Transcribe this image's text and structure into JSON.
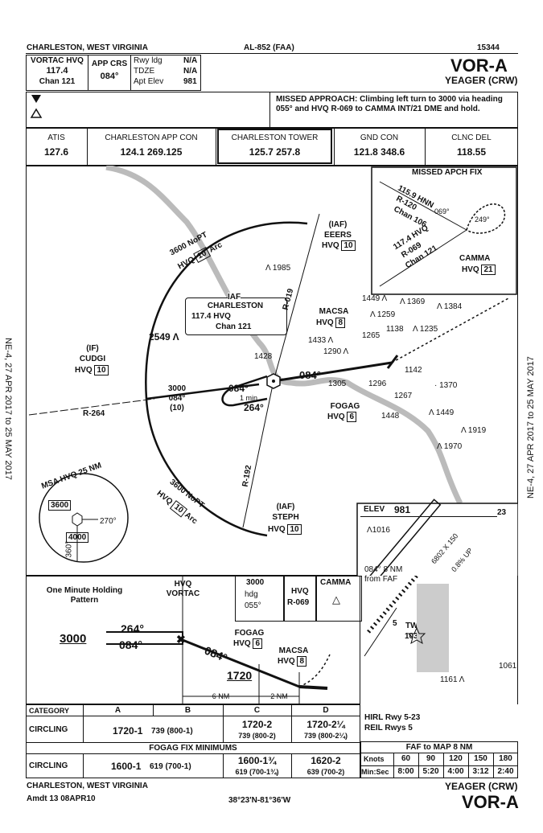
{
  "header": {
    "city_state": "CHARLESTON, WEST VIRGINIA",
    "procedure_id": "AL-852 (FAA)",
    "serial": "15344",
    "title": "VOR-A",
    "airport": "YEAGER (CRW)"
  },
  "briefing": {
    "nav_label": "VORTAC HVQ",
    "nav_freq": "117.4",
    "nav_chan": "Chan 121",
    "app_crs_label": "APP CRS",
    "app_crs": "084°",
    "rwy_ldg_label": "Rwy ldg",
    "rwy_ldg": "N/A",
    "tdze_label": "TDZE",
    "tdze": "N/A",
    "apt_elev_label": "Apt Elev",
    "apt_elev": "981",
    "missed_approach": "MISSED APPROACH: Climbing left turn to 3000 via heading 055° and HVQ R-069 to CAMMA INT/21 DME and hold."
  },
  "comms": [
    {
      "name": "ATIS",
      "freq": "127.6"
    },
    {
      "name": "CHARLESTON APP CON",
      "freq": "124.1  269.125"
    },
    {
      "name": "CHARLESTON TOWER",
      "freq": "125.7  257.8"
    },
    {
      "name": "GND CON",
      "freq": "121.8  348.6"
    },
    {
      "name": "CLNC DEL",
      "freq": "118.55"
    }
  ],
  "plan_view": {
    "missed_fix_title": "MISSED APCH FIX",
    "hnn_line1": "115.9  HNN",
    "hnn_line2": "R-120",
    "hnn_line3": "Chan 106",
    "hvq_inset1": "117.4 HVQ",
    "hvq_inset2": "R-069",
    "hvq_inset3": "Chan 121",
    "camma": "CAMMA",
    "camma_dme": "HVQ",
    "camma_dme_n": "21",
    "r069_069": "069°",
    "r249": "249°",
    "eeers_iaf": "(IAF)",
    "eeers": "EEERS",
    "eeers_hvq": "HVQ",
    "eeers_n": "10",
    "arc_top": "3600 NoPT",
    "arc_top2": "HVQ",
    "arc_top_n": "10",
    "arc_top3": "Arc",
    "iaf_label": "IAF",
    "charleston": "CHARLESTON",
    "vortac_freq": "117.4  HVQ",
    "vortac_chan": "Chan 121",
    "r019": "R-019",
    "cudgi_if": "(IF)",
    "cudgi": "CUDGI",
    "cudgi_hvq": "HVQ",
    "cudgi_n": "10",
    "r264": "R-264",
    "alt3000": "3000",
    "hdg084": "084°",
    "dist10": "(10)",
    "hold084": "084°",
    "hold264": "264°",
    "one_min": "1 min",
    "crs084": "084°",
    "macsa": "MACSA",
    "macsa_hvq": "HVQ",
    "macsa_n": "8",
    "fogag": "FOGAG",
    "fogag_hvq": "HVQ",
    "fogag_n": "6",
    "r192": "R-192",
    "steph_iaf": "(IAF)",
    "steph": "STEPH",
    "steph_hvq": "HVQ",
    "steph_n": "10",
    "arc_bot": "3600 NoPT",
    "arc_bot2": "HVQ",
    "arc_bot_n": "10",
    "arc_bot3": "Arc",
    "msa_title": "MSA HVQ 25 NM",
    "msa_3600": "3600",
    "msa_4000": "4000",
    "msa_270": "270°",
    "msa_360": "360°",
    "obstacles": [
      "1985",
      "2549",
      "1428",
      "1449",
      "1369",
      "1384",
      "1259",
      "1138",
      "1235",
      "1433",
      "1265",
      "1290",
      "1305",
      "1296",
      "1142",
      "1370",
      "1267",
      "1448",
      "1449",
      "1919",
      "1970"
    ]
  },
  "airport_sketch": {
    "elev_label": "ELEV",
    "elev": "981",
    "obst1016": "1016",
    "faf_note": "084° 8 NM from FAF",
    "rwy_dims": "6802 X 150",
    "grade": "0.8% UP",
    "twr": "TWR",
    "twr_elev": "1037",
    "obst1161": "1161",
    "obst1061": "1061",
    "rwy5": "5",
    "rwy23": "23"
  },
  "profile": {
    "holding_title": "One Minute Holding Pattern",
    "hvq": "HVQ",
    "vortac": "VORTAC",
    "alt3000": "3000",
    "crs264": "264°",
    "crs084": "084°",
    "crs084b": "084°",
    "fogag": "FOGAG",
    "fogag_hvq": "HVQ",
    "fogag_n": "6",
    "macsa": "MACSA",
    "macsa_hvq": "HVQ",
    "macsa_n": "8",
    "alt1720": "1720",
    "nm6": "6 NM",
    "nm2": "2 NM",
    "ma_3000": "3000",
    "ma_hdg": "hdg",
    "ma_055": "055°",
    "ma_hvq": "HVQ",
    "ma_r069": "R-069",
    "ma_camma": "CAMMA"
  },
  "minimums": {
    "category_label": "CATEGORY",
    "cats": [
      "A",
      "B",
      "C",
      "D"
    ],
    "row1_label": "CIRCLING",
    "row1_ab": "1720-1",
    "row1_ab_small": "739 (800-1)",
    "row1_c": "1720-2",
    "row1_c_small": "739 (800-2)",
    "row1_d": "1720-2¼",
    "row1_d_small": "739 (800-2¼)",
    "fogag_title": "FOGAG FIX MINIMUMS",
    "row2_label": "CIRCLING",
    "row2_ab": "1600-1",
    "row2_ab_small": "619 (700-1)",
    "row2_c": "1600-1¾",
    "row2_c_small": "619 (700-1¾)",
    "row2_d": "1620-2",
    "row2_d_small": "639 (700-2)",
    "lighting1": "HIRL Rwy 5-23",
    "lighting2": "REIL Rwys 5",
    "faf_map_title": "FAF to MAP 8 NM",
    "knots_label": "Knots",
    "knots": [
      "60",
      "90",
      "120",
      "150",
      "180"
    ],
    "minsec_label": "Min:Sec",
    "times": [
      "8:00",
      "5:20",
      "4:00",
      "3:12",
      "2:40"
    ]
  },
  "footer": {
    "city_state": "CHARLESTON, WEST VIRGINIA",
    "amdt": "Amdt 13  08APR10",
    "coords": "38°23'N-81°36'W",
    "airport": "YEAGER (CRW)",
    "title": "VOR-A"
  },
  "side_text": "NE-4, 27 APR 2017 to 25 MAY 2017"
}
